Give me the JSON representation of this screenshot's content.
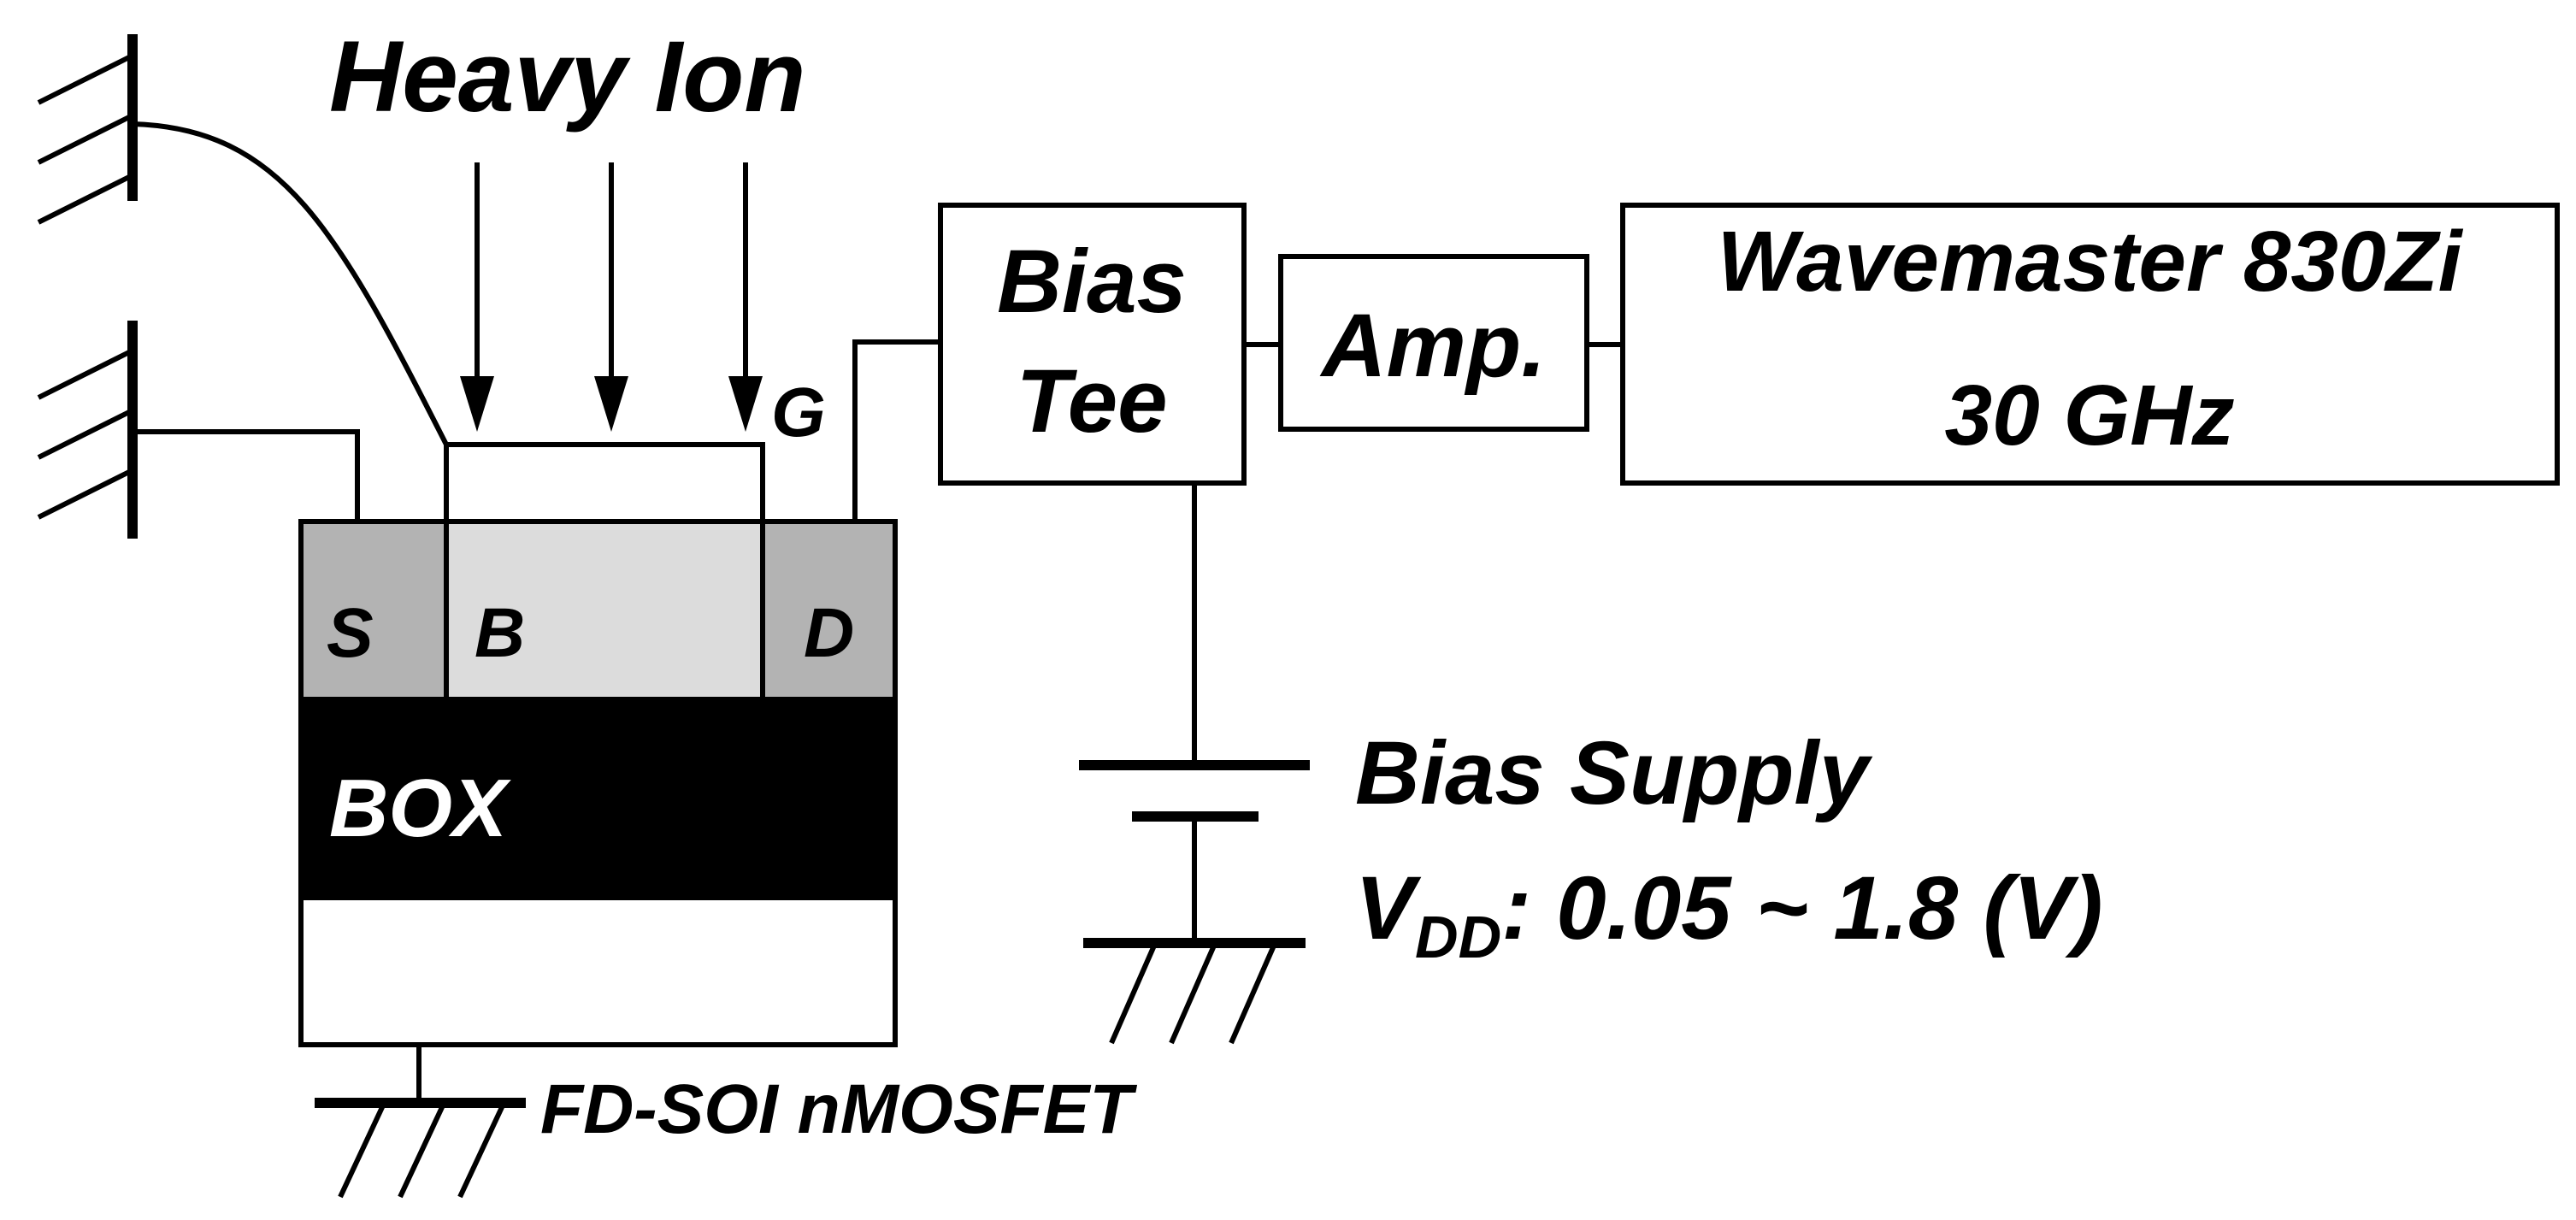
{
  "title": "Heavy Ion",
  "device": {
    "source_label": "S",
    "body_label": "B",
    "drain_label": "D",
    "gate_label": "G",
    "box_label": "BOX",
    "caption": "FD-SOI nMOSFET"
  },
  "bias_tee": {
    "line1": "Bias",
    "line2": "Tee"
  },
  "amplifier": {
    "label": "Amp."
  },
  "oscilloscope": {
    "line1": "Wavemaster 830Zi",
    "line2": "30 GHz"
  },
  "supply": {
    "title": "Bias Supply",
    "vdd_prefix": "V",
    "vdd_subscript": "DD",
    "vdd_value": ": 0.05 ~ 1.8 (V)"
  },
  "colors": {
    "source_drain_fill": "#b3b3b3",
    "body_fill": "#dcdcdc",
    "box_fill": "#000000",
    "line": "#000000"
  }
}
